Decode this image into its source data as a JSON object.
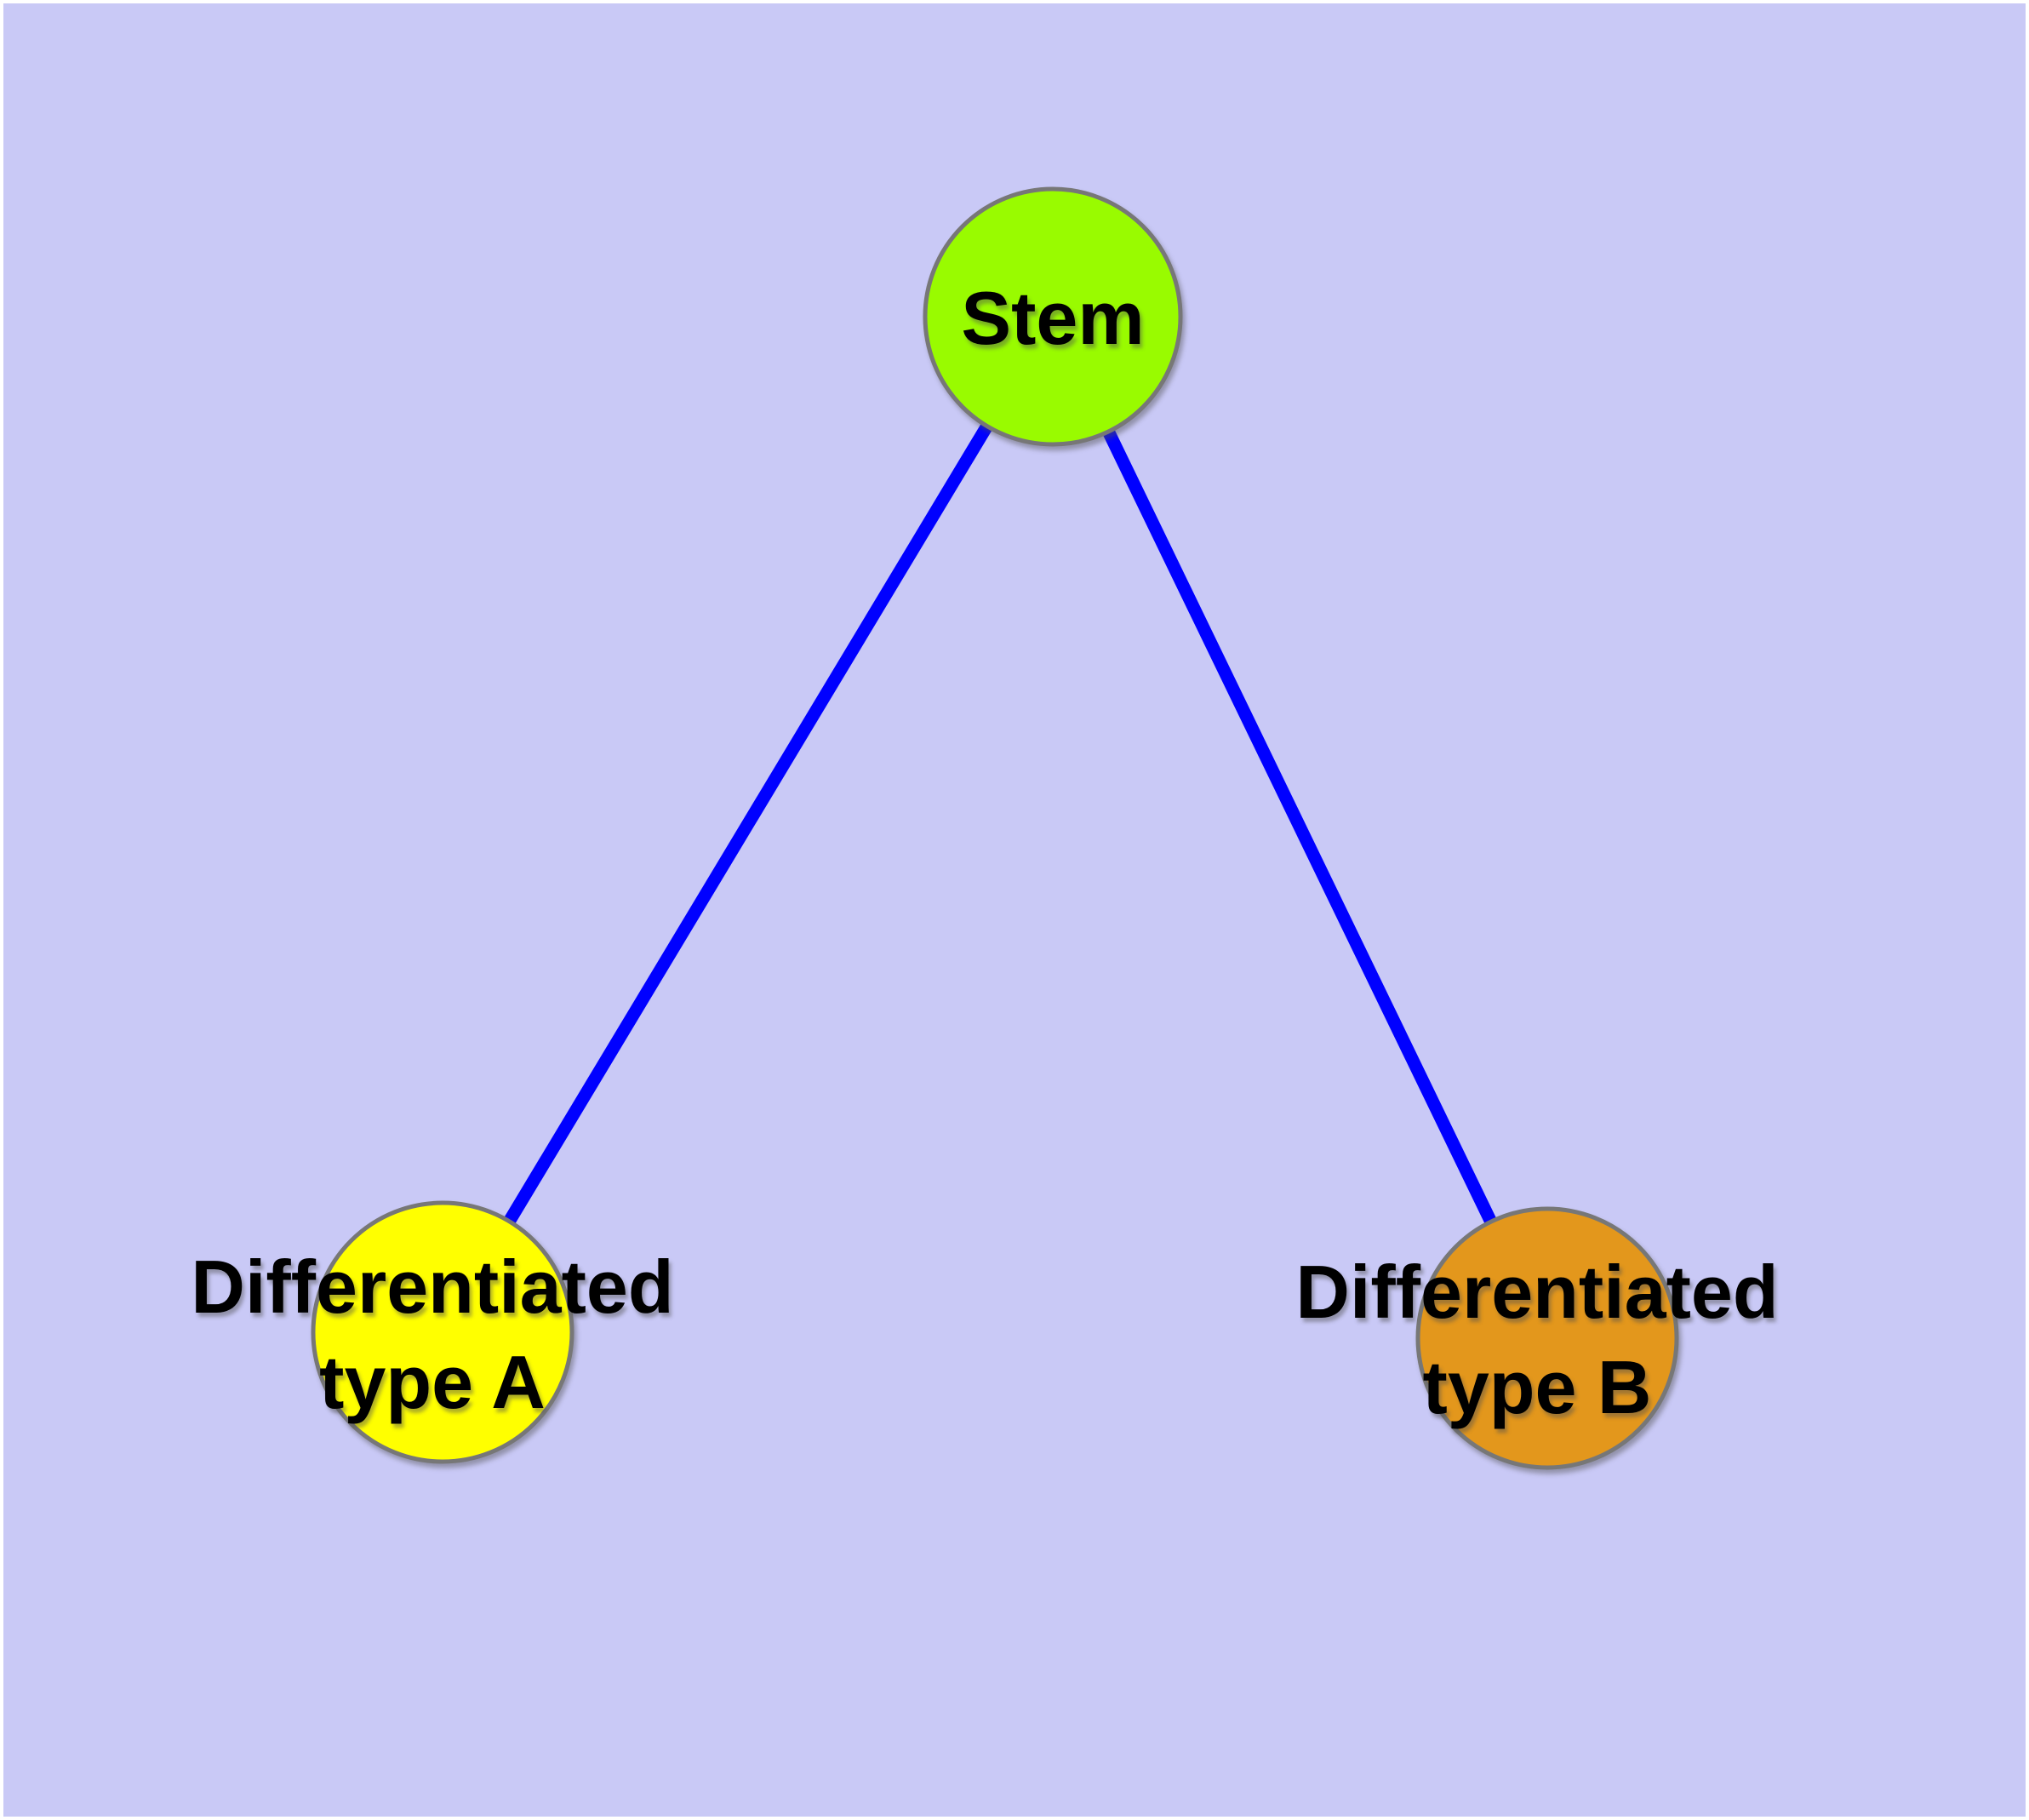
{
  "diagram": {
    "canvas_background": "#C9C9F6",
    "page_border_color": "#FFFFFF",
    "node_border_color": "#777777",
    "edge_color": "#0000FF",
    "nodes": {
      "stem": {
        "label": "Stem",
        "color": "#99FB00"
      },
      "type_a": {
        "label_line1": "Differentiated",
        "label_line2": "type A",
        "color": "#FFFF00"
      },
      "type_b": {
        "label_line1": "Differentiated",
        "label_line2": "type B",
        "color": "#E3971C"
      }
    },
    "edges": [
      {
        "from": "stem",
        "to": "type_a"
      },
      {
        "from": "stem",
        "to": "type_b"
      }
    ]
  }
}
